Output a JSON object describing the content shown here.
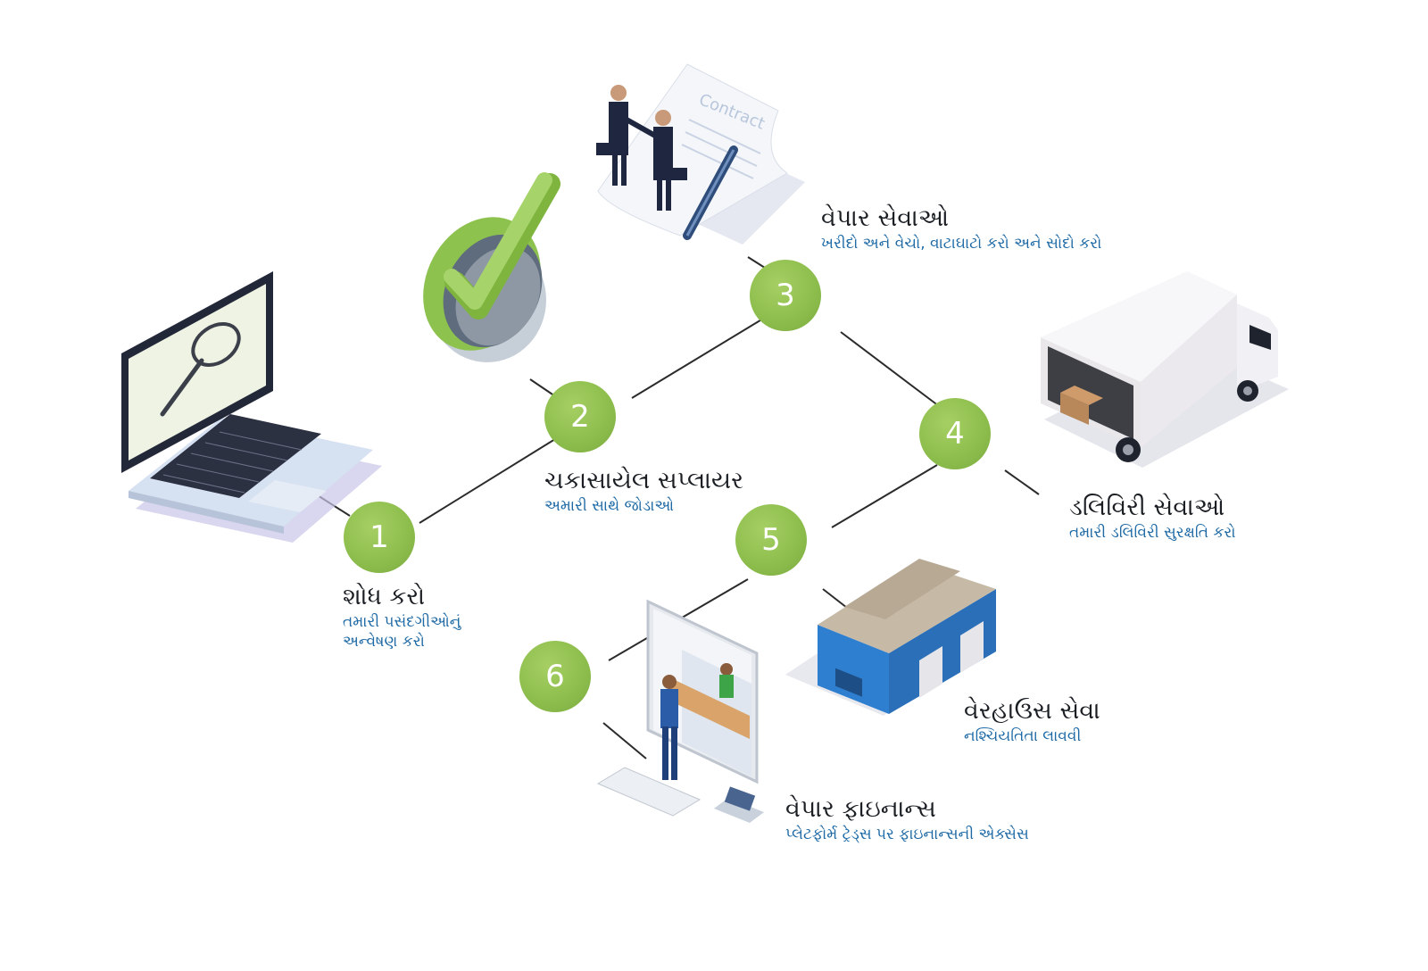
{
  "steps": [
    {
      "number": "1",
      "title": "શોધ કરો",
      "subtitle": "તમારી પસંદગીઓનું",
      "subtitle2": "અન્વેષણ કરો"
    },
    {
      "number": "2",
      "title": "ચકાસાયેલ સપ્લાયર",
      "subtitle": "અમારી સાથે જોડાઓ"
    },
    {
      "number": "3",
      "title": "વેપાર સેવાઓ",
      "subtitle": "ખરીદો અને વેચો, વાટાઘાટો કરો અને સોદો કરો"
    },
    {
      "number": "4",
      "title": "ડલિવિરી સેવાઓ",
      "subtitle": "તમારી ડલિવિરી સુરક્ષતિ કરો"
    },
    {
      "number": "5",
      "title": "વેરહાઉસ સેવા",
      "subtitle": "નશ્ચિયતિતા લાવવી"
    },
    {
      "number": "6",
      "title": "વેપાર ફાઇનાન્સ",
      "subtitle": "પ્લેટફોર્મ ટ્રેડ્સ પર ફાઇનાન્સની એક્સેસ"
    }
  ],
  "illustrations": {
    "contract_text": "Contract"
  },
  "colors": {
    "circle": "#8cbd4c",
    "title": "#1b1f24",
    "subtitle": "#1f6aa5",
    "connector": "#2b2b2b"
  },
  "icons": [
    "laptop-search-icon",
    "checkmark-icon",
    "contract-handshake-icon",
    "delivery-truck-icon",
    "warehouse-icon",
    "monitor-finance-icon"
  ]
}
